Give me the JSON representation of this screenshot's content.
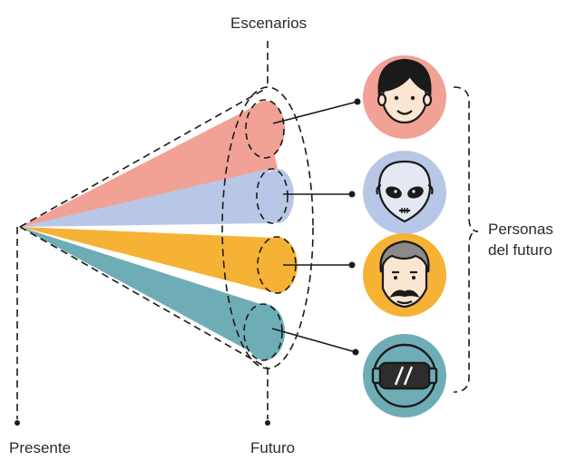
{
  "labels": {
    "scenarios": "Escenarios",
    "present": "Presente",
    "future": "Futuro",
    "personas_line1": "Personas",
    "personas_line2": "del futuro"
  },
  "rays": [
    {
      "name": "ray-salmon",
      "color": "#F2A195"
    },
    {
      "name": "ray-lavender",
      "color": "#B9C7E6"
    },
    {
      "name": "ray-orange",
      "color": "#F6B234"
    },
    {
      "name": "ray-teal",
      "color": "#6FADB6"
    }
  ],
  "personas": [
    {
      "name": "persona-woman",
      "icon": "woman-face-icon",
      "color": "#F2A195"
    },
    {
      "name": "persona-alien",
      "icon": "alien-face-icon",
      "color": "#B9C7E6"
    },
    {
      "name": "persona-man",
      "icon": "mustache-man-face-icon",
      "color": "#F6B234"
    },
    {
      "name": "persona-vr",
      "icon": "vr-headset-icon",
      "color": "#6FADB6"
    }
  ],
  "colors": {
    "line": "#1a1a1a",
    "text": "#2b2b2b"
  }
}
